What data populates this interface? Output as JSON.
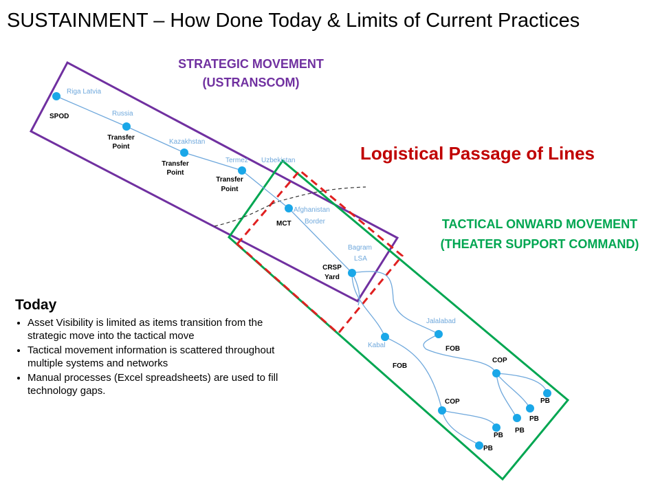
{
  "title": "SUSTAINMENT – How Done Today & Limits of Current Practices",
  "strategic": {
    "line1": "STRATEGIC MOVEMENT",
    "line2": "(USTRANSCOM)"
  },
  "tactical": {
    "line1": "TACTICAL ONWARD MOVEMENT",
    "line2": "(THEATER SUPPORT COMMAND)"
  },
  "lpl": "Logistical Passage of Lines",
  "places": {
    "riga": "Riga Latvia",
    "russia": "Russia",
    "kazakhstan": "Kazakhstan",
    "termez": "Termez",
    "uzbekistan": "Uzbekistan",
    "afghanistan": "Afghanistan",
    "border": "Border",
    "bagram": "Bagram",
    "lsa": "LSA",
    "jalalabad": "Jalalabad",
    "kabal": "Kabal"
  },
  "nodes": {
    "spod": "SPOD",
    "transfer": "Transfer",
    "point": "Point",
    "mct": "MCT",
    "crsp": "CRSP",
    "yard": "Yard",
    "fob": "FOB",
    "cop": "COP",
    "pb": "PB"
  },
  "today": {
    "heading": "Today",
    "bullets": [
      "Asset Visibility is limited as items transition from the strategic move into the tactical move",
      "Tactical movement information is scattered throughout multiple systems and networks",
      "Manual processes (Excel spreadsheets) are used to fill technology gaps."
    ]
  },
  "colors": {
    "strategic": "#7030A0",
    "tactical": "#00A651",
    "lpl": "#C00000",
    "node": "#1AA7E8",
    "route": "#6FA8DC"
  }
}
